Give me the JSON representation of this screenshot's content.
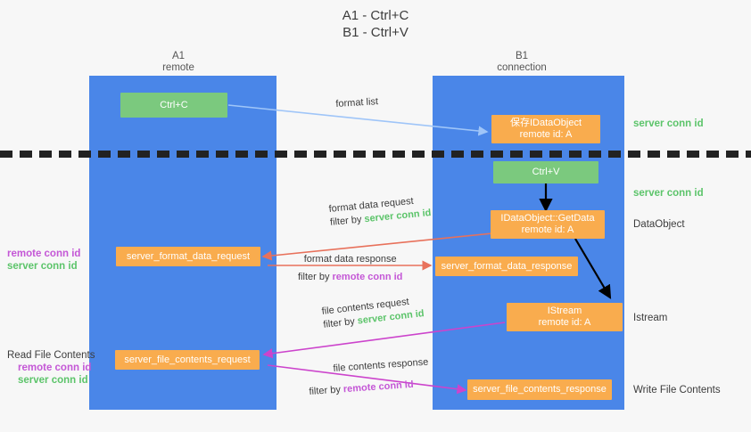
{
  "title": {
    "line1": "A1 - Ctrl+C",
    "line2": "B1 - Ctrl+V"
  },
  "colors": {
    "lane": "#4a86e8",
    "green_box": "#7bc97e",
    "orange_box": "#f9ac4e",
    "server_conn_text": "#5cc46a",
    "remote_conn_text": "#c457d6",
    "arrow_blue": "#9fc5f8",
    "arrow_red": "#e8715b",
    "arrow_magenta": "#cc44cc",
    "arrow_black": "#000000",
    "divider": "#222222",
    "background": "#f7f7f7"
  },
  "lanes": [
    {
      "id": "a1",
      "title": "A1",
      "subtitle": "remote"
    },
    {
      "id": "b1",
      "title": "B1",
      "subtitle": "connection"
    }
  ],
  "boxes": [
    {
      "id": "ctrl-c",
      "kind": "green",
      "line1": "Ctrl+C",
      "line2": ""
    },
    {
      "id": "idataobject-create",
      "kind": "orange",
      "line1": "保存IDataObject",
      "line2": "remote id: A"
    },
    {
      "id": "ctrl-v",
      "kind": "green",
      "line1": "Ctrl+V",
      "line2": ""
    },
    {
      "id": "idataobject-getdata",
      "kind": "orange",
      "line1": "IDataObject::GetData",
      "line2": "remote id: A"
    },
    {
      "id": "server-format-data-request",
      "kind": "orange",
      "line1": "server_format_data_request",
      "line2": ""
    },
    {
      "id": "server-format-data-response",
      "kind": "orange",
      "line1": "server_format_data_response",
      "line2": ""
    },
    {
      "id": "istream",
      "kind": "orange",
      "line1": "IStream",
      "line2": "remote id: A"
    },
    {
      "id": "server-file-contents-request",
      "kind": "orange",
      "line1": "server_file_contents_request",
      "line2": ""
    },
    {
      "id": "server-file-contents-response",
      "kind": "orange",
      "line1": "server_file_contents_response",
      "line2": ""
    }
  ],
  "gutter_labels": [
    {
      "id": "format-list",
      "line1": "format list",
      "filter_prefix": "",
      "filter_value": "",
      "filter_kind": ""
    },
    {
      "id": "format-data-request",
      "line1": "format data request",
      "filter_prefix": "filter by",
      "filter_value": "server conn id",
      "filter_kind": "server"
    },
    {
      "id": "format-data-response",
      "line1": "format data response",
      "filter_prefix": "filter by",
      "filter_value": "remote conn id",
      "filter_kind": "remote"
    },
    {
      "id": "file-contents-request",
      "line1": "file contents request",
      "filter_prefix": "filter by",
      "filter_value": "server conn id",
      "filter_kind": "server"
    },
    {
      "id": "file-contents-response",
      "line1": "file contents response",
      "filter_prefix": "filter by",
      "filter_value": "remote conn id",
      "filter_kind": "remote"
    }
  ],
  "left_annotations": [
    {
      "id": "conn-ids-format",
      "heading": "",
      "remote": "remote conn id",
      "server": "server conn id"
    },
    {
      "id": "read-file",
      "heading": "Read File Contents",
      "remote": "remote conn id",
      "server": "server conn id"
    }
  ],
  "right_annotations": [
    {
      "id": "server-conn-id-top",
      "text": "server conn id",
      "kind": "server"
    },
    {
      "id": "server-conn-id-paste",
      "text": "server conn id",
      "kind": "server"
    },
    {
      "id": "dataobject",
      "text": "DataObject",
      "kind": "plain"
    },
    {
      "id": "istream",
      "text": "Istream",
      "kind": "plain"
    },
    {
      "id": "write-file",
      "text": "Write File Contents",
      "kind": "plain"
    }
  ]
}
